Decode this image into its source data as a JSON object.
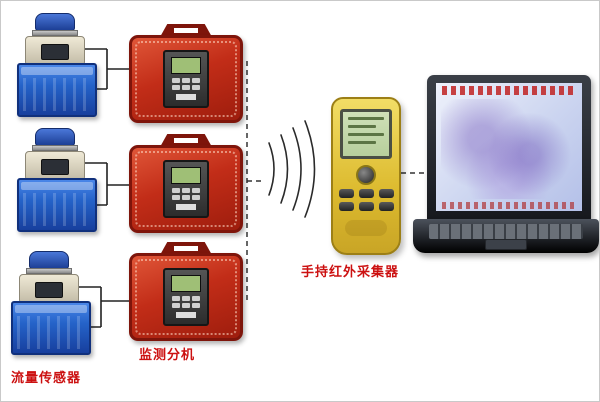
{
  "labels": {
    "flow_sensor": "流量传感器",
    "monitor_unit": "监测分机",
    "handheld_collector": "手持红外采集器"
  },
  "diagram": {
    "flow_sensor_count": 3,
    "monitor_unit_count": 3,
    "connections": {
      "sensor_to_monitor": "solid wire",
      "monitor_to_monitor": "dashed link",
      "monitor_to_handheld": "wireless infrared waves",
      "handheld_to_laptop": "dashed link"
    }
  },
  "colors": {
    "label_text": "#cc1111",
    "monitor_case_red": "#c22d18",
    "monitor_case_border": "#7e150b",
    "sensor_body_blue": "#2563c9",
    "transmitter_cap_blue": "#1d3f96",
    "handheld_body_yellow": "#dcba2e",
    "lcd_green": "#c3d9a8",
    "laptop_frame": "#16181d",
    "laptop_screen_bg": "#ccd5f0"
  }
}
